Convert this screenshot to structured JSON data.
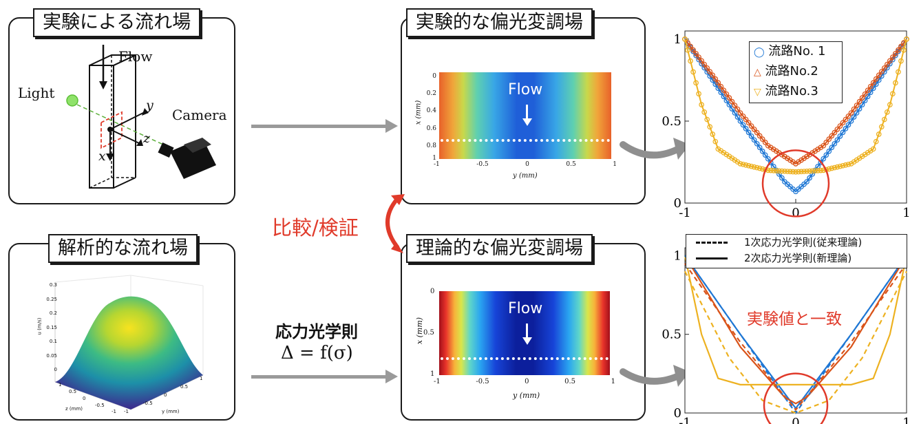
{
  "panels": {
    "exp_flow": {
      "title": "実験による流れ場",
      "flow": "Flow",
      "light": "Light",
      "camera": "Camera",
      "ax_y": "y",
      "ax_z": "z",
      "ax_x": "x"
    },
    "ana_flow": {
      "title": "解析的な流れ場",
      "zlabel": "u (m/s)",
      "xlabel": "z (mm)",
      "ylabel": "y (mm)",
      "zticks": [
        "0.3",
        "0.25",
        "0.2",
        "0.15",
        "0.1",
        "0.05",
        "0"
      ],
      "xticks": [
        "1",
        "0.5",
        "0",
        "-0.5",
        "-1"
      ],
      "yticks": [
        "-1",
        "-0.5",
        "0",
        "0.5",
        "1"
      ]
    },
    "exp_pol": {
      "title": "実験的な偏光変調場",
      "flow": "Flow",
      "xlabel": "y (mm)",
      "ylabel": "x (mm)",
      "yticks": [
        "0",
        "0.2",
        "0.4",
        "0.6",
        "0.8",
        "1"
      ],
      "xticks": [
        "-1",
        "-0.5",
        "0",
        "0.5",
        "1"
      ]
    },
    "theo_pol": {
      "title": "理論的な偏光変調場",
      "flow": "Flow",
      "xlabel": "y (mm)",
      "ylabel": "x (mm)",
      "yticks": [
        "0",
        "0.5",
        "1"
      ],
      "xticks": [
        "-1",
        "-0.5",
        "0",
        "0.5",
        "1"
      ]
    }
  },
  "compare_label": "比較/検証",
  "law_label": "応力光学則",
  "law_formula": "Δ = f(σ)",
  "colors": {
    "series1": "#1f77d4",
    "series2": "#d95319",
    "series3": "#edb120",
    "accent": "#e03a2a",
    "arrow": "#9a9a9a"
  },
  "chart_data": [
    {
      "type": "scatter",
      "title": "",
      "xlim": [
        -1,
        1
      ],
      "ylim": [
        0,
        1.05
      ],
      "xticks": [
        "-1",
        "0",
        "1"
      ],
      "yticks": [
        "0",
        "0.5",
        "1"
      ],
      "legend_position": "top-center",
      "series": [
        {
          "name": "流路No. 1",
          "color": "#1f77d4",
          "x": [
            -1,
            -0.75,
            -0.5,
            -0.25,
            -0.1,
            0,
            0.1,
            0.25,
            0.5,
            0.75,
            1
          ],
          "y": [
            1,
            0.75,
            0.5,
            0.27,
            0.13,
            0.07,
            0.13,
            0.27,
            0.5,
            0.75,
            1
          ]
        },
        {
          "name": "流路No.2",
          "color": "#d95319",
          "x": [
            -1,
            -0.75,
            -0.5,
            -0.25,
            0,
            0.25,
            0.5,
            0.75,
            1
          ],
          "y": [
            1,
            0.78,
            0.55,
            0.35,
            0.24,
            0.35,
            0.55,
            0.78,
            1
          ]
        },
        {
          "name": "流路No.3",
          "color": "#edb120",
          "x": [
            -1,
            -0.85,
            -0.7,
            -0.5,
            -0.25,
            0,
            0.25,
            0.5,
            0.7,
            0.85,
            1
          ],
          "y": [
            1,
            0.6,
            0.33,
            0.24,
            0.2,
            0.19,
            0.2,
            0.24,
            0.33,
            0.6,
            1
          ]
        }
      ]
    },
    {
      "type": "line",
      "title": "",
      "annotation": "実験値と一致",
      "xlim": [
        -1,
        1
      ],
      "ylim": [
        0,
        1.05
      ],
      "xticks": [
        "-1",
        "0",
        "1"
      ],
      "yticks": [
        "0",
        "0.5",
        "1"
      ],
      "legend_position": "top",
      "legend": [
        {
          "label": "1次応力光学則(従来理論)",
          "style": "dashed"
        },
        {
          "label": "2次応力光学則(新理論)",
          "style": "solid"
        }
      ],
      "series": [
        {
          "color": "#1f77d4",
          "style": "solid",
          "x": [
            -1,
            -0.5,
            0,
            0.5,
            1
          ],
          "y": [
            1,
            0.5,
            0.03,
            0.5,
            1
          ]
        },
        {
          "color": "#d95319",
          "style": "solid",
          "x": [
            -1,
            -0.5,
            -0.1,
            0,
            0.1,
            0.5,
            1
          ],
          "y": [
            1,
            0.42,
            0.1,
            0.06,
            0.1,
            0.42,
            1
          ]
        },
        {
          "color": "#edb120",
          "style": "solid",
          "x": [
            -1,
            -0.85,
            -0.7,
            -0.5,
            0,
            0.5,
            0.7,
            0.85,
            1
          ],
          "y": [
            1,
            0.5,
            0.22,
            0.18,
            0.18,
            0.18,
            0.22,
            0.5,
            1
          ]
        },
        {
          "color": "#1f77d4",
          "style": "dashed",
          "x": [
            -1,
            0,
            1
          ],
          "y": [
            1,
            0,
            1
          ]
        },
        {
          "color": "#d95319",
          "style": "dashed",
          "x": [
            -1,
            -0.5,
            0,
            0.5,
            1
          ],
          "y": [
            0.95,
            0.45,
            0.02,
            0.45,
            0.95
          ]
        },
        {
          "color": "#edb120",
          "style": "dashed",
          "x": [
            -1,
            -0.6,
            -0.3,
            0,
            0.3,
            0.6,
            1
          ],
          "y": [
            0.9,
            0.35,
            0.08,
            0,
            0.08,
            0.35,
            0.9
          ]
        }
      ]
    }
  ]
}
